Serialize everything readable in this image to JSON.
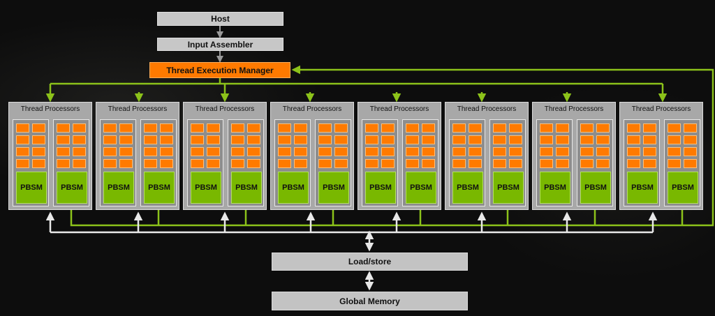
{
  "host": {
    "label": "Host"
  },
  "input_assembler": {
    "label": "Input Assembler"
  },
  "thread_execution_manager": {
    "label": "Thread Execution Manager"
  },
  "clusters": [
    {
      "title": "Thread Processors",
      "sm_labels": [
        "PBSM",
        "PBSM"
      ]
    },
    {
      "title": "Thread Processors",
      "sm_labels": [
        "PBSM",
        "PBSM"
      ]
    },
    {
      "title": "Thread Processors",
      "sm_labels": [
        "PBSM",
        "PBSM"
      ]
    },
    {
      "title": "Thread Processors",
      "sm_labels": [
        "PBSM",
        "PBSM"
      ]
    },
    {
      "title": "Thread Processors",
      "sm_labels": [
        "PBSM",
        "PBSM"
      ]
    },
    {
      "title": "Thread Processors",
      "sm_labels": [
        "PBSM",
        "PBSM"
      ]
    },
    {
      "title": "Thread Processors",
      "sm_labels": [
        "PBSM",
        "PBSM"
      ]
    },
    {
      "title": "Thread Processors",
      "sm_labels": [
        "PBSM",
        "PBSM"
      ]
    }
  ],
  "load_store": {
    "label": "Load/store"
  },
  "global_memory": {
    "label": "Global Memory"
  },
  "colors": {
    "grey_box": "#c7c7c7",
    "orange": "#ff7a00",
    "green": "#79b800",
    "wire_green": "#8cc21a",
    "wire_white": "#e8e8e8",
    "wire_grey": "#9a9a9a"
  }
}
